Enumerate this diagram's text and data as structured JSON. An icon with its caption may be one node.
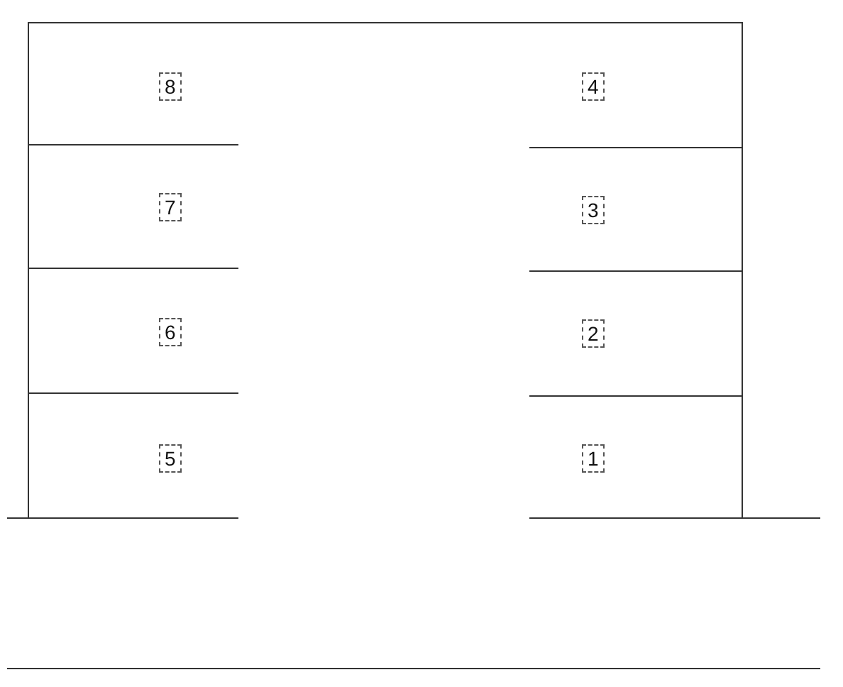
{
  "diagram": {
    "nodes": [
      {
        "text": [
          "8"
        ]
      },
      {
        "text": [
          "4"
        ]
      },
      {
        "text": [
          "7"
        ]
      },
      {
        "text": [
          "3"
        ]
      },
      {
        "text": [
          "6"
        ]
      },
      {
        "text": [
          "2"
        ]
      },
      {
        "text": [
          "5"
        ]
      },
      {
        "text": [
          "1"
        ]
      }
    ]
  }
}
